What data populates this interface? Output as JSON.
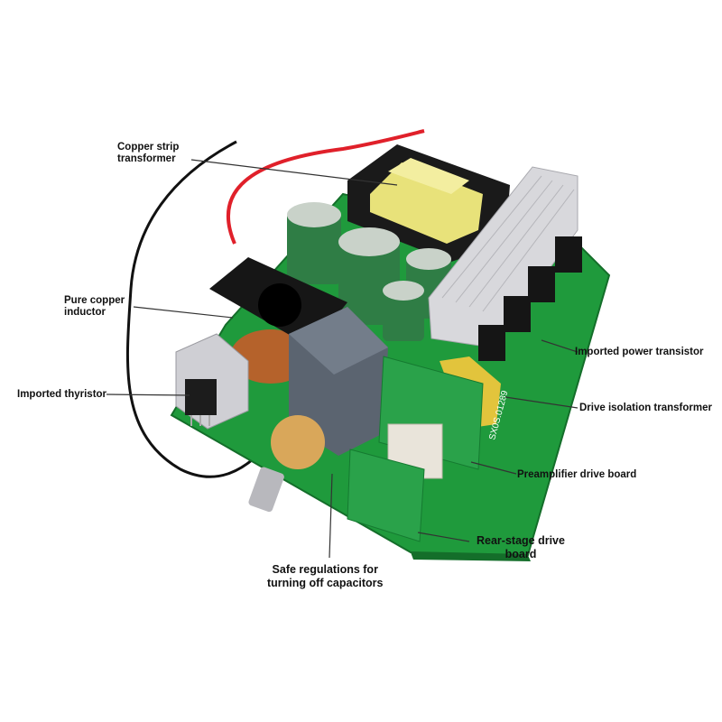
{
  "labels": {
    "copper_strip_transformer": [
      "Copper strip",
      "transformer"
    ],
    "pure_copper_inductor": [
      "Pure copper",
      "inductor"
    ],
    "imported_thyristor": "Imported thyristor",
    "imported_power_transistor": "Imported power transistor",
    "drive_isolation_transformer": "Drive isolation transformer",
    "preamplifier_drive_board": "Preamplifier drive board",
    "rear_stage_drive_board": [
      "Rear-stage drive",
      "board"
    ],
    "safe_regulations_capacitors": [
      "Safe regulations for",
      "turning off capacitors"
    ]
  },
  "board_print": "SX0S.01289",
  "colors": {
    "pcb": "#1f9a3c",
    "pcb_edge": "#146e2a",
    "wire_red": "#e0202a",
    "wire_black": "#111111",
    "transformer_core": "#1a1a1a",
    "transformer_coil": "#e8e27a",
    "capacitor": "#2f7d45",
    "heatsink": "#d8d8dc",
    "film_capacitor": "#5b6470",
    "copper": "#b5622b"
  }
}
